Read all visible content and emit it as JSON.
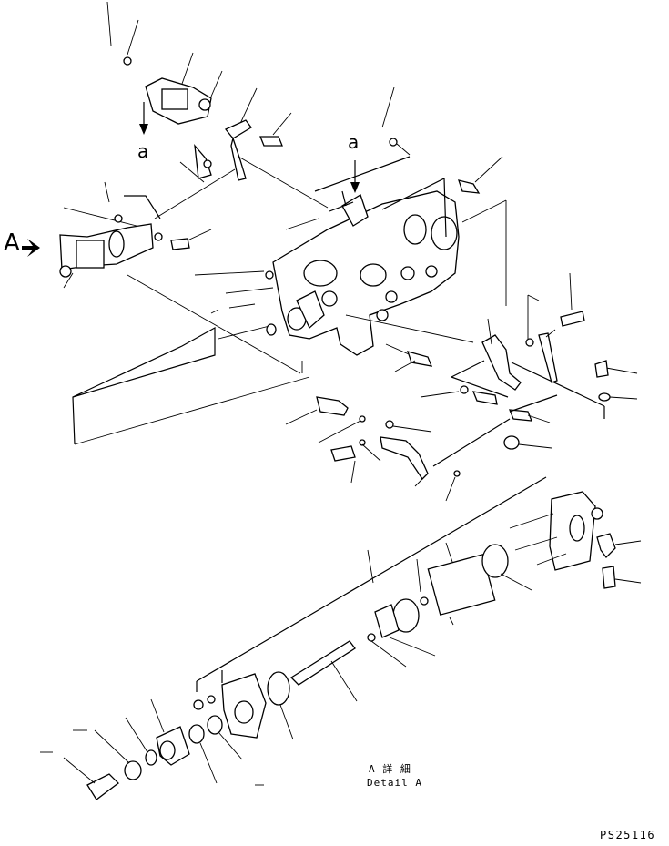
{
  "labels": {
    "view_marker": "A",
    "ref_left": "a",
    "ref_right": "a",
    "detail_jp": "A 詳 細",
    "detail_en": "Detail A",
    "drawing_code": "PS25116"
  },
  "colors": {
    "ink": "#000000",
    "paper": "#ffffff"
  }
}
